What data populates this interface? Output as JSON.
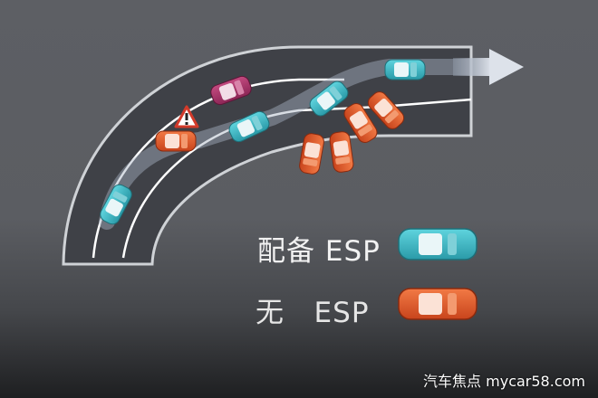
{
  "legend": {
    "with_esp_label": "配备 ESP",
    "without_esp_label": "无   ESP"
  },
  "watermark": "汽车焦点  mycar58.com",
  "colors": {
    "background": "#5b5d62",
    "road": "#3f4147",
    "lane_line": "#ffffff",
    "path_highlight": "#a8b3c3",
    "esp_car": "#3fb8c4",
    "no_esp_car": "#e25a2c",
    "other_car": "#b23a6e",
    "arrow": "#c7ccd4"
  },
  "icons": [
    "warning-triangle-icon",
    "direction-arrow-icon"
  ]
}
